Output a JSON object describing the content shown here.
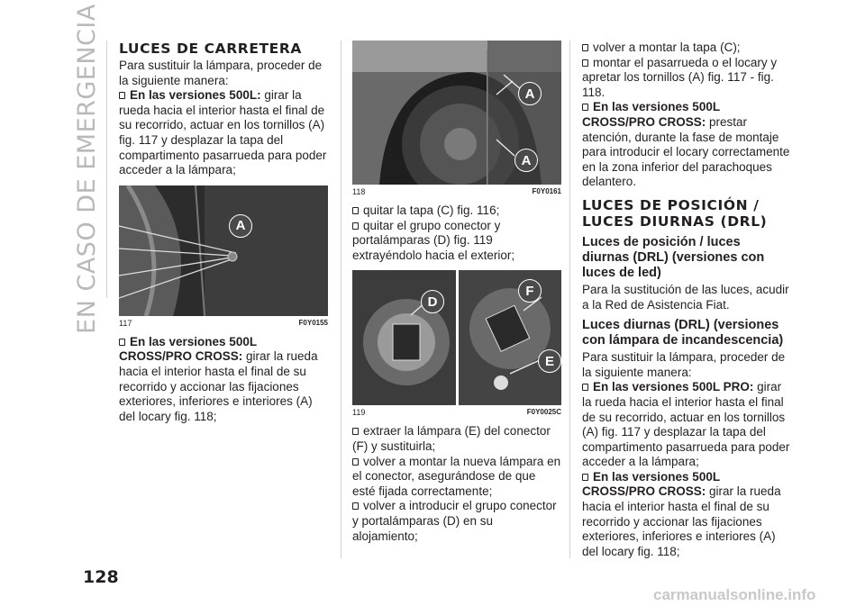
{
  "side_tab": "EN CASO DE EMERGENCIA",
  "page_number": "128",
  "watermark": "carmanualsonline.info",
  "col1": {
    "heading": "LUCES DE CARRETERA",
    "intro": "Para sustituir la lámpara, proceder de la siguiente manera:",
    "b1_bold": "En las versiones 500L:",
    "b1_text": " girar la rueda hacia el interior hasta el final de su recorrido, actuar en los tornillos (A) fig. 117 y desplazar la tapa del compartimento pasarrueda para poder acceder a la lámpara;",
    "fig_num": "117",
    "fig_code": "F0Y0155",
    "fig_label": "A",
    "b2_bold": "En las versiones 500L CROSS/PRO CROSS:",
    "b2_text": " girar la rueda hacia el interior hasta el final de su recorrido y accionar las fijaciones exteriores, inferiores e interiores (A) del locary fig. 118;"
  },
  "col2": {
    "fig1_num": "118",
    "fig1_code": "F0Y0161",
    "fig1_labels": [
      "A",
      "A"
    ],
    "bullets_a": [
      "quitar la tapa (C) fig. 116;",
      "quitar el grupo conector y portalámparas (D) fig. 119 extrayéndolo hacia el exterior;"
    ],
    "fig2_num": "119",
    "fig2_code": "F0Y0025C",
    "fig2_labels": [
      "D",
      "F",
      "E"
    ],
    "bullets_b": [
      "extraer la lámpara (E) del conector (F) y sustituirla;",
      "volver a montar la nueva lámpara en el conector, asegurándose de que esté fijada correctamente;",
      "volver a introducir el grupo conector y portalámparas (D) en su alojamiento;"
    ]
  },
  "col3": {
    "bullets_top": [
      "volver a montar la tapa (C);",
      "montar el pasarrueda o el locary y apretar los tornillos (A) fig. 117 - fig. 118."
    ],
    "b3_bold": "En las versiones 500L CROSS/PRO CROSS:",
    "b3_text": " prestar atención, durante la fase de montaje para introducir el locary correctamente en la zona inferior del parachoques delantero.",
    "heading": "LUCES DE POSICIÓN / LUCES DIURNAS (DRL)",
    "sub1": "Luces de posición / luces diurnas (DRL) (versiones con luces de led)",
    "sub1_text": "Para la sustitución de las luces, acudir a la Red de Asistencia Fiat.",
    "sub2": "Luces diurnas (DRL) (versiones con lámpara de incandescencia)",
    "sub2_text": "Para sustituir la lámpara, proceder de la siguiente manera:",
    "b4_bold": "En las versiones 500L PRO:",
    "b4_text": " girar la rueda hacia el interior hasta el final de su recorrido, actuar en los tornillos (A) fig. 117 y desplazar la tapa del compartimento pasarrueda para poder acceder a la lámpara;",
    "b5_bold": "En las versiones 500L CROSS/PRO CROSS:",
    "b5_text": " girar la rueda hacia el interior hasta el final de su recorrido y accionar las fijaciones exteriores, inferiores e interiores (A) del locary fig. 118;"
  }
}
